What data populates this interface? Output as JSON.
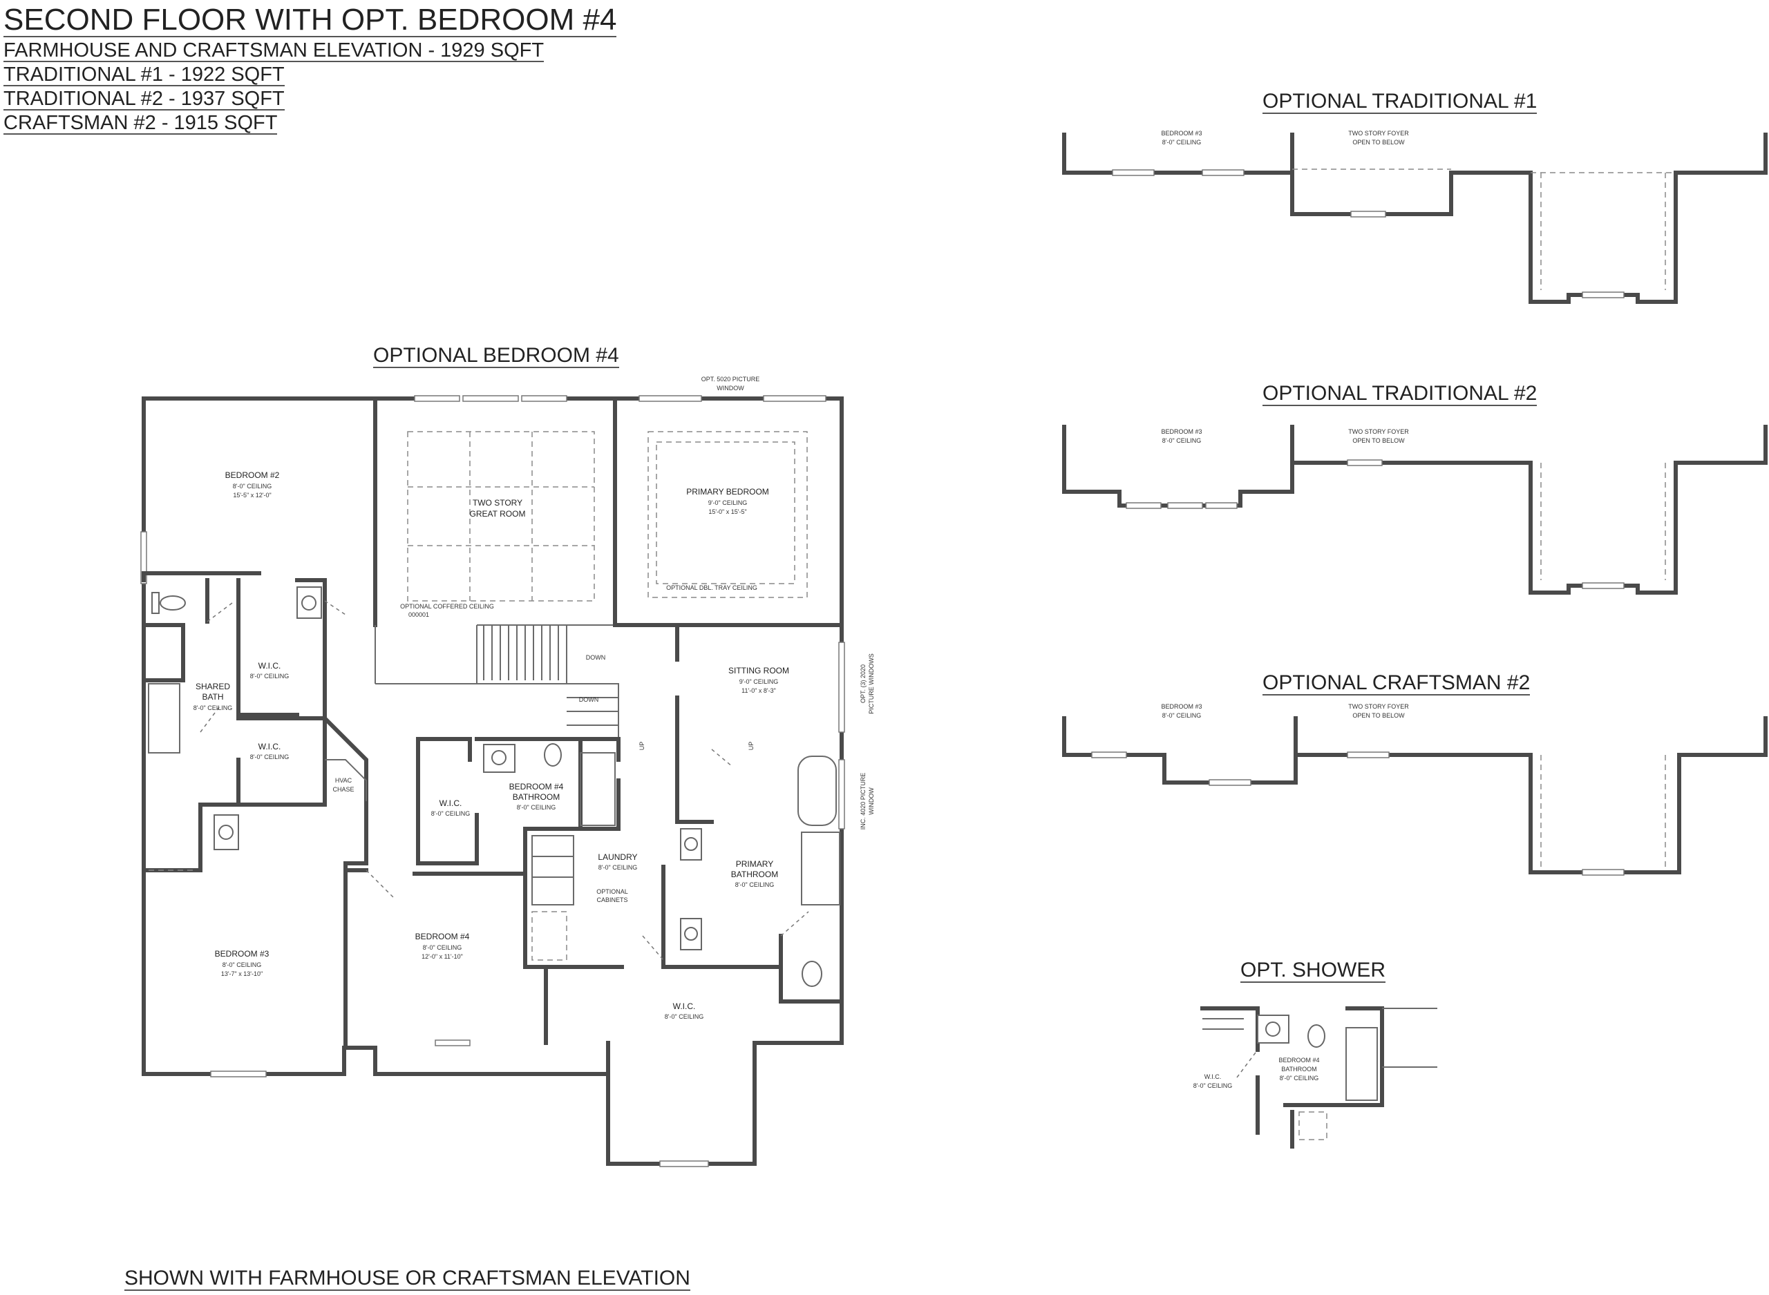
{
  "header": {
    "title": "SECOND FLOOR WITH OPT. BEDROOM #4",
    "sub_lines": [
      "FARMHOUSE AND CRAFTSMAN ELEVATION - 1929 SQFT",
      "TRADITIONAL #1 - 1922 SQFT",
      "TRADITIONAL #2 - 1937 SQFT",
      "CRAFTSMAN #2 - 1915 SQFT"
    ]
  },
  "sections": {
    "main_plan": "OPTIONAL BEDROOM #4",
    "trad1": "OPTIONAL TRADITIONAL #1",
    "trad2": "OPTIONAL TRADITIONAL #2",
    "craft2": "OPTIONAL CRAFTSMAN #2",
    "shower": "OPT. SHOWER"
  },
  "footer": "SHOWN WITH FARMHOUSE OR CRAFTSMAN ELEVATION",
  "rooms": {
    "bedroom2": {
      "name": "BEDROOM #2",
      "ceiling": "8'-0\" CEILING",
      "size": "15'-5\" x 12'-0\""
    },
    "great_room": {
      "name1": "TWO STORY",
      "name2": "GREAT ROOM"
    },
    "primary_bedroom": {
      "name": "PRIMARY BEDROOM",
      "ceiling": "9'-0\" CEILING",
      "size": "15'-0\" x 15'-5\""
    },
    "coffered": {
      "line1": "OPTIONAL COFFERED CEILING",
      "line2": "000001"
    },
    "tray": "OPTIONAL DBL. TRAY CEILING",
    "pic_window": {
      "line1": "OPT. 5020 PICTURE",
      "line2": "WINDOW"
    },
    "wic1": {
      "name": "W.I.C.",
      "ceiling": "8'-0\" CEILING"
    },
    "wic2": {
      "name": "W.I.C.",
      "ceiling": "8'-0\" CEILING"
    },
    "shared_bath": {
      "name1": "SHARED",
      "name2": "BATH",
      "ceiling": "8'-0\" CEILING"
    },
    "hvac": {
      "line1": "HVAC",
      "line2": "CHASE"
    },
    "wic3": {
      "name": "W.I.C.",
      "ceiling": "8'-0\" CEILING"
    },
    "bed4_bath": {
      "name1": "BEDROOM #4",
      "name2": "BATHROOM",
      "ceiling": "8'-0\" CEILING"
    },
    "sitting_room": {
      "name": "SITTING ROOM",
      "ceiling": "9'-0\" CEILING",
      "size": "11'-0\" x 8'-3\""
    },
    "side_windows": {
      "line1": "OPT. (3) 2020",
      "line2": "PICTURE WINDOWS"
    },
    "inc_window": {
      "line1": "INC. 4020 PICTURE",
      "line2": "WINDOW"
    },
    "laundry": {
      "name": "LAUNDRY",
      "ceiling": "8'-0\" CEILING"
    },
    "opt_cabinets": {
      "line1": "OPTIONAL",
      "line2": "CABINETS"
    },
    "primary_bath": {
      "name1": "PRIMARY",
      "name2": "BATHROOM",
      "ceiling": "8'-0\" CEILING"
    },
    "bedroom3": {
      "name": "BEDROOM #3",
      "ceiling": "8'-0\" CEILING",
      "size": "13'-7\" x 13'-10\""
    },
    "bedroom4": {
      "name": "BEDROOM #4",
      "ceiling": "8'-0\" CEILING",
      "size": "12'-0\" x 11'-10\""
    },
    "wic_primary": {
      "name": "W.I.C.",
      "ceiling": "8'-0\" CEILING"
    },
    "down1": "DOWN",
    "down2": "DOWN",
    "up1": "UP",
    "up2": "UP"
  },
  "alternates": {
    "bedroom3": {
      "name": "BEDROOM #3",
      "ceiling": "8'-0\" CEILING"
    },
    "foyer": {
      "name": "TWO STORY FOYER",
      "note": "OPEN TO BELOW"
    }
  },
  "shower_detail": {
    "wic": {
      "name": "W.I.C.",
      "ceiling": "8'-0\" CEILING"
    },
    "bath": {
      "name1": "BEDROOM #4",
      "name2": "BATHROOM",
      "ceiling": "8'-0\" CEILING"
    }
  }
}
